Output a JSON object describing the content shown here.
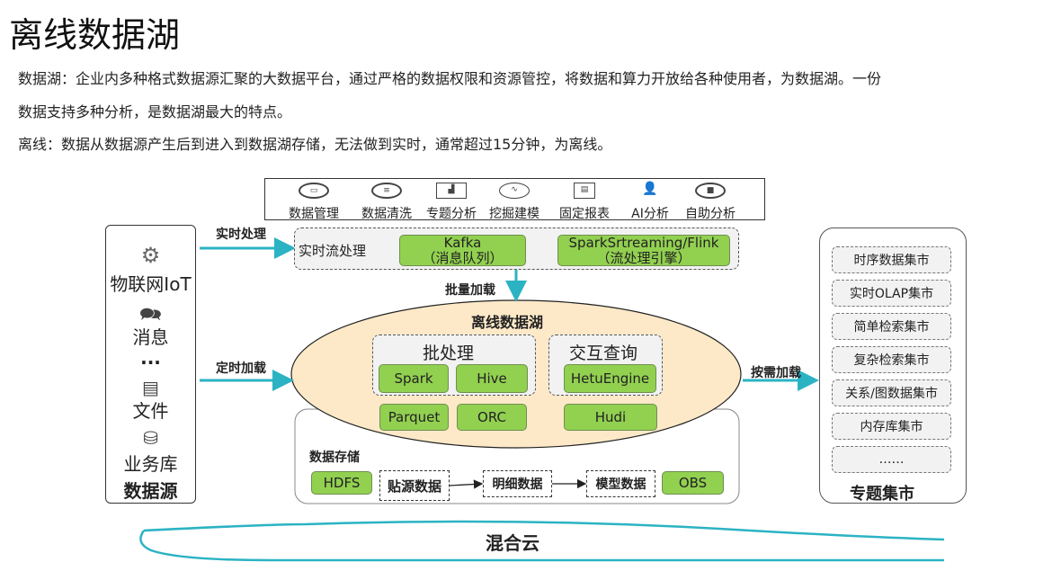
{
  "title": "离线数据湖",
  "paragraphs": [
    "数据湖：企业内多种格式数据源汇聚的大数据平台，通过严格的数据权限和资源管控，将数据和算力开放给各种使用者，为数据湖。一份",
    "数据支持多种分析，是数据湖最大的特点。",
    "离线：数据从数据源产生后到进入到数据湖存储，无法做到实时，通常超过15分钟，为离线。"
  ],
  "tools": [
    {
      "label": "数据管理",
      "icon": "data-management-icon"
    },
    {
      "label": "数据清洗",
      "icon": "data-cleaning-icon"
    },
    {
      "label": "专题分析",
      "icon": "topic-analysis-icon"
    },
    {
      "label": "挖掘建模",
      "icon": "mining-model-icon"
    },
    {
      "label": "固定报表",
      "icon": "fixed-report-icon"
    },
    {
      "label": "AI分析",
      "icon": "ai-analysis-icon"
    },
    {
      "label": "自助分析",
      "icon": "self-service-icon"
    }
  ],
  "sources": {
    "items": [
      "物联网IoT",
      "消息",
      "···",
      "文件",
      "业务库"
    ],
    "title": "数据源"
  },
  "arrows": {
    "realtime": "实时处理",
    "scheduled": "定时加载",
    "batch_load": "批量加载",
    "on_demand": "按需加载"
  },
  "stream": {
    "label": "实时流处理",
    "kafka": [
      "Kafka",
      "（消息队列）"
    ],
    "flink": [
      "SparkSrtreaming/Flink",
      "（流处理引擎）"
    ]
  },
  "lake": {
    "title": "离线数据湖",
    "batch": "批处理",
    "interactive": "交互查询",
    "spark": "Spark",
    "hive": "Hive",
    "hetu": "HetuEngine",
    "parquet": "Parquet",
    "orc": "ORC",
    "hudi": "Hudi"
  },
  "storage": {
    "title": "数据存储",
    "hdfs": "HDFS",
    "raw": "贴源数据",
    "detail": "明细数据",
    "model": "模型数据",
    "obs": "OBS"
  },
  "cloud": "混合云",
  "marts": {
    "items": [
      "时序数据集市",
      "实时OLAP集市",
      "简单检索集市",
      "复杂检索集市",
      "关系/图数据集市",
      "内存库集市",
      "……"
    ],
    "title": "专题集市"
  }
}
